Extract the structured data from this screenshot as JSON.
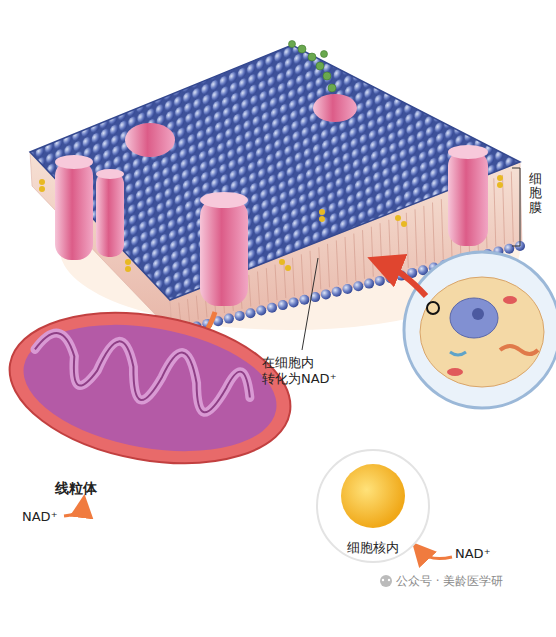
{
  "diagram": {
    "nodes": [
      {
        "text": [
          "线粒体"
        ]
      },
      {
        "text": [
          "细胞核内"
        ]
      }
    ],
    "labels": [
      "细胞膜",
      "在细胞内 转化为NAD⁺",
      "NAD⁺",
      "NAD⁺",
      "公众号 · 美龄医学研"
    ]
  }
}
